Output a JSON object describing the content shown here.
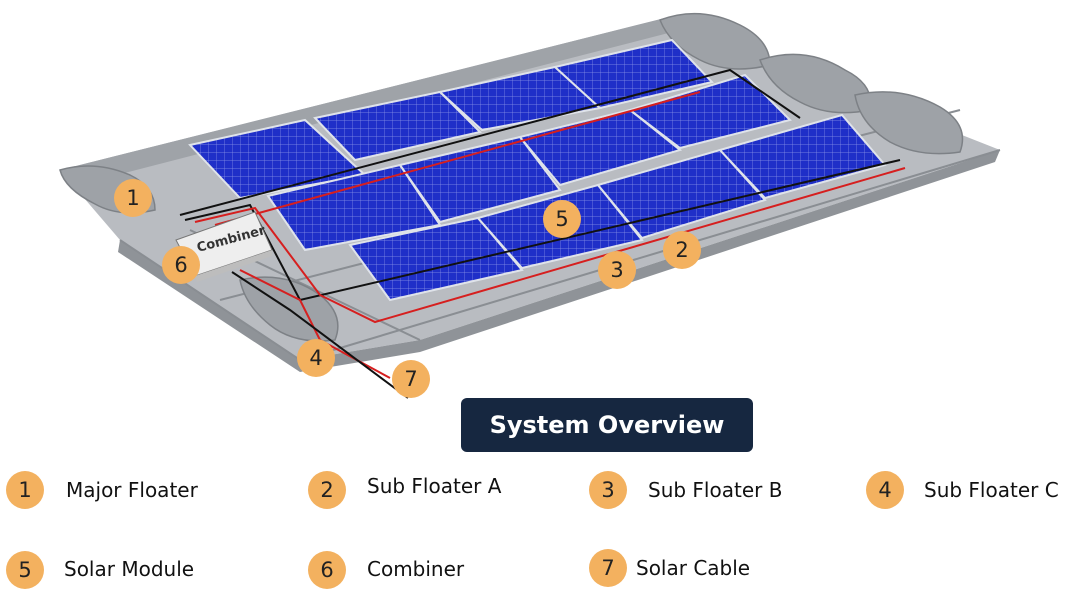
{
  "title": "System Overview",
  "combiner_label": "Combiner",
  "legend": [
    {
      "num": "1",
      "label": "Major Floater"
    },
    {
      "num": "2",
      "label": "Sub Floater A"
    },
    {
      "num": "3",
      "label": "Sub Floater B"
    },
    {
      "num": "4",
      "label": "Sub Floater C"
    },
    {
      "num": "5",
      "label": "Solar Module"
    },
    {
      "num": "6",
      "label": "Combiner"
    },
    {
      "num": "7",
      "label": "Solar Cable"
    }
  ],
  "callouts": [
    "1",
    "2",
    "3",
    "4",
    "5",
    "6",
    "7"
  ],
  "colors": {
    "badge": "#f3b15f",
    "panel": "#1f2fc8",
    "floater": "#a9acb1",
    "cable_red": "#d61f1f",
    "cable_black": "#111111",
    "title_bg": "#162740"
  }
}
